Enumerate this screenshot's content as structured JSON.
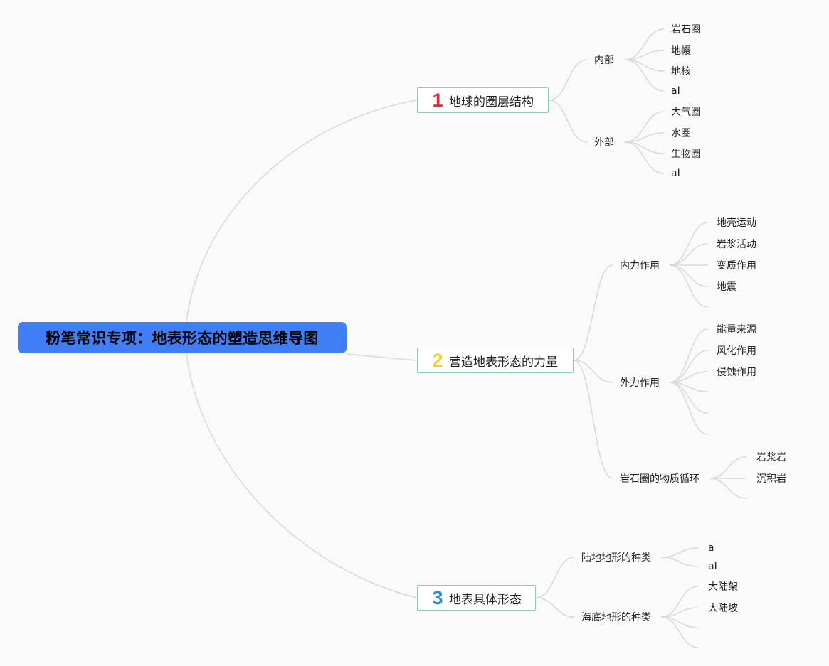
{
  "root": {
    "label": "粉笔常识专项：地表形态的塑造思维导图",
    "color": "#3f7ef4"
  },
  "branches": [
    {
      "number": "1",
      "number_color": "#e0283c",
      "label": "地球的圈层结构",
      "children": [
        {
          "label": "内部",
          "leaves": [
            "岩石圈",
            "地幔",
            "地核",
            "aI"
          ]
        },
        {
          "label": "外部",
          "leaves": [
            "大气圈",
            "水圈",
            "生物圈",
            "aI"
          ]
        }
      ]
    },
    {
      "number": "2",
      "number_color": "#f2cf3b",
      "label": "营造地表形态的力量",
      "children": [
        {
          "label": "内力作用",
          "leaves": [
            "地壳运动",
            "岩浆活动",
            "变质作用",
            "地震",
            ""
          ]
        },
        {
          "label": "外力作用",
          "leaves": [
            "能量来源",
            "风化作用",
            "侵蚀作用",
            "",
            "",
            ""
          ]
        },
        {
          "label": "岩石圈的物质循环",
          "leaves": [
            "岩浆岩",
            "沉积岩",
            ""
          ]
        }
      ]
    },
    {
      "number": "3",
      "number_color": "#2e8fd6",
      "label": "地表具体形态",
      "children": [
        {
          "label": "陆地地形的种类",
          "leaves": [
            "a",
            "aI"
          ]
        },
        {
          "label": "海底地形的种类",
          "leaves": [
            "大陆架",
            "大陆坡",
            "",
            ""
          ]
        }
      ]
    }
  ]
}
